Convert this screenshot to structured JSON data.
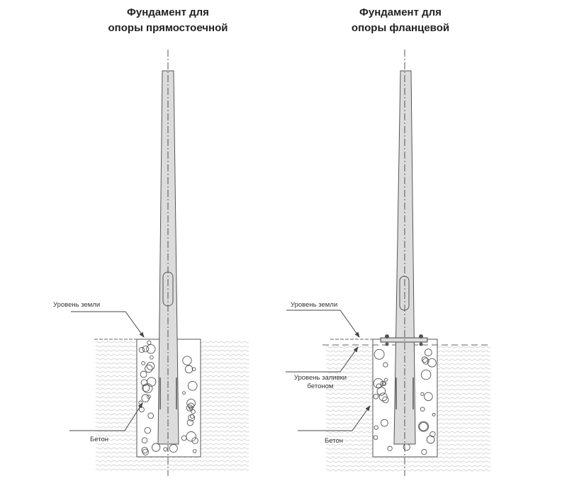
{
  "left": {
    "title_line1": "Фундамент для",
    "title_line2": "опоры прямостоечной",
    "ground_label": "Уровень земли",
    "concrete_label": "Бетон"
  },
  "right": {
    "title_line1": "Фундамент для",
    "title_line2": "опоры фланцевой",
    "ground_label": "Уровень земли",
    "pour_label_line1": "Уровень заливки",
    "pour_label_line2": "бетоном",
    "concrete_label": "Бетон"
  },
  "colors": {
    "pole": "#dcdcdc",
    "line": "#555555",
    "soil": "#d8d8d8"
  }
}
